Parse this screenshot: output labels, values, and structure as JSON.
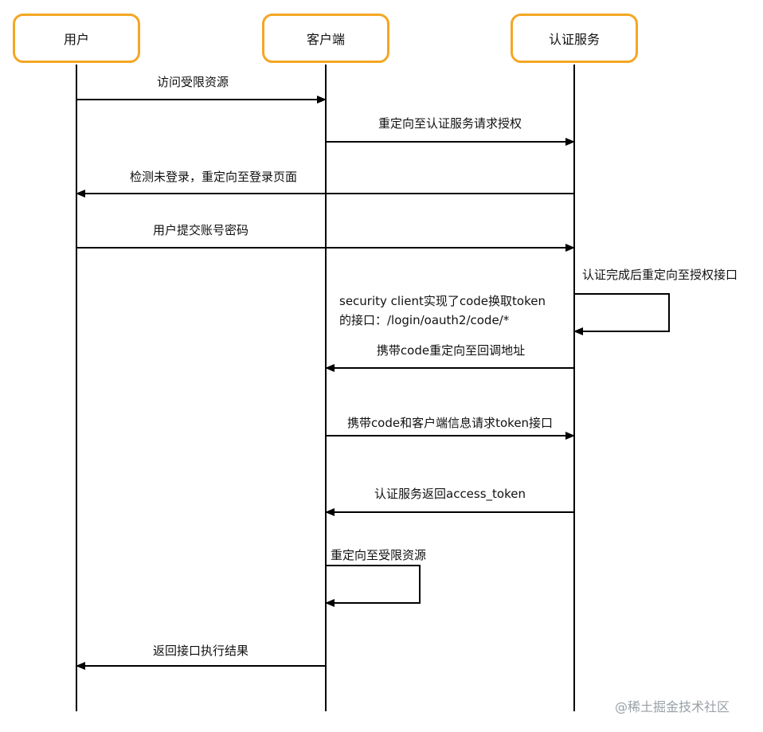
{
  "colors": {
    "actor_border": "#f5a623",
    "line": "#000000"
  },
  "actors": [
    {
      "name": "用户"
    },
    {
      "name": "客户端"
    },
    {
      "name": "认证服务"
    }
  ],
  "messages": [
    {
      "from": "用户",
      "to": "客户端",
      "label": "访问受限资源"
    },
    {
      "from": "客户端",
      "to": "认证服务",
      "label": "重定向至认证服务请求授权"
    },
    {
      "from": "认证服务",
      "to": "用户",
      "label": "检测未登录，重定向至登录页面"
    },
    {
      "from": "用户",
      "to": "认证服务",
      "label": "用户提交账号密码"
    },
    {
      "from": "认证服务",
      "to": "认证服务",
      "label": "认证完成后重定向至授权接口"
    },
    {
      "from": "认证服务",
      "to": "客户端",
      "label": "携带code重定向至回调地址"
    },
    {
      "from": "客户端",
      "to": "认证服务",
      "label": "携带code和客户端信息请求token接口"
    },
    {
      "from": "认证服务",
      "to": "客户端",
      "label": "认证服务返回access_token"
    },
    {
      "from": "客户端",
      "to": "客户端",
      "label": "重定向至受限资源"
    },
    {
      "from": "客户端",
      "to": "用户",
      "label": "返回接口执行结果"
    }
  ],
  "note": {
    "line1": "security client实现了code换取token",
    "line2": "的接口：/login/oauth2/code/*"
  },
  "watermark": "@稀土掘金技术社区"
}
